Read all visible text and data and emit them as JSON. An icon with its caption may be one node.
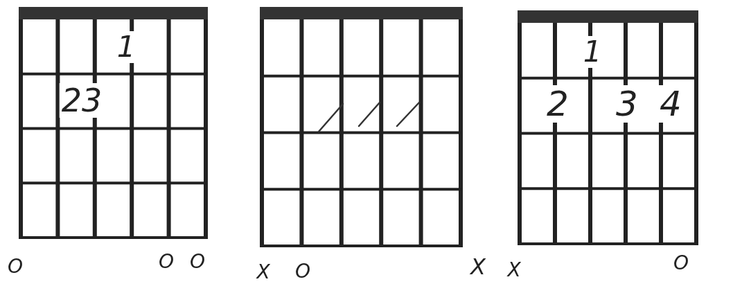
{
  "diagram": {
    "labels": [
      "1",
      "23",
      "O",
      "O",
      "O",
      "X",
      "O",
      "X",
      "1",
      "2",
      "3",
      "4",
      "X",
      "O"
    ]
  }
}
